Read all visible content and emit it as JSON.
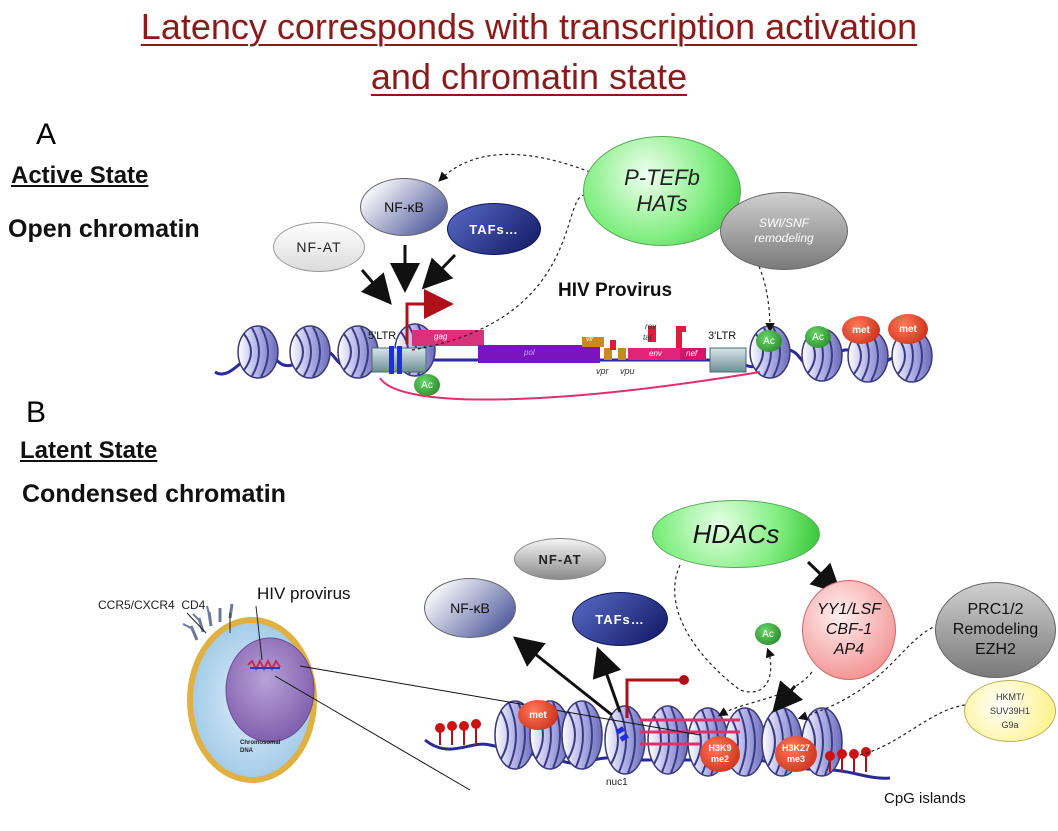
{
  "title": {
    "line1": "Latency corresponds with transcription activation ",
    "line2": "and chromatin state"
  },
  "panel_a": {
    "letter": "A",
    "state": "Active State",
    "chromatin": "Open chromatin",
    "provirus_label": "HIV Provirus",
    "nfat": "NF-AT",
    "nfkb": "NF-κB",
    "tafs": "TAFs…",
    "ptefb": "P-TEFb",
    "hats": "HATs",
    "swisnf_1": "SWI/SNF",
    "swisnf_2": "remodeling",
    "ltr5": "5'LTR",
    "ltr3": "3'LTR",
    "genes": {
      "gag": "gag",
      "pol": "pol",
      "vif": "vif",
      "rev": "rev",
      "tat": "tat",
      "env": "env",
      "nef": "nef",
      "vpr": "vpr",
      "vpu": "vpu"
    },
    "ac": "Ac",
    "met": "met"
  },
  "panel_b": {
    "letter": "B",
    "state": "Latent State",
    "chromatin": "Condensed chromatin",
    "hdacs": "HDACs",
    "nfat": "NF-AT",
    "nfkb": "NF-κB",
    "tafs": "TAFs…",
    "yy1_1": "YY1/LSF",
    "yy1_2": "CBF-1",
    "yy1_3": "AP4",
    "prc_1": "PRC1/2",
    "prc_2": "Remodeling",
    "prc_3": "EZH2",
    "hkmt_1": "HKMT/",
    "hkmt_2": "SUV39H1",
    "hkmt_3": "G9a",
    "ac": "Ac",
    "met": "met",
    "h3k9_1": "H3K9",
    "h3k9_2": "me2",
    "h3k27_1": "H3K27",
    "h3k27_2": "me3",
    "nuc1": "nuc1",
    "cpg": "CpG islands",
    "hiv_provirus": "HIV provirus",
    "receptors": "CCR5/CXCR4  CD4",
    "chromosomal_1": "Chromosomal",
    "chromosomal_2": "DNA"
  },
  "colors": {
    "title": "#8b1a1a",
    "navy": "#1c2a7a",
    "green": "#2e9e2e",
    "red": "#d42a1a",
    "magenta": "#d9327a",
    "purple": "#6a1aa6",
    "nucleosome": "#a6a6de",
    "dna": "#2a2a9a"
  }
}
